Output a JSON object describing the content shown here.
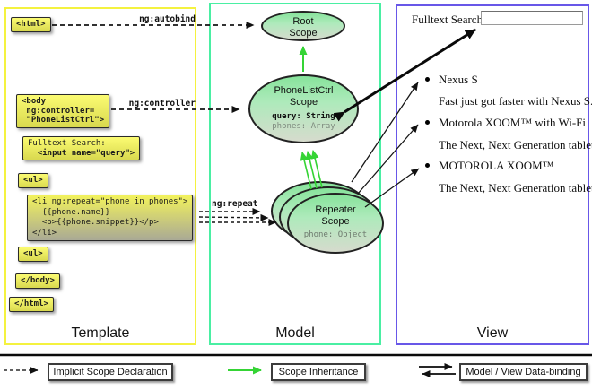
{
  "template_column": {
    "title": "Template",
    "labels": {
      "autobind": "ng:autobind",
      "controller": "ng:controller",
      "repeat": "ng:repeat"
    },
    "boxes": {
      "html_open": "<html>",
      "body_open_lines": [
        "<body",
        " ng:controller=",
        " \"PhoneListCtrl\">"
      ],
      "fulltext_label": "Fulltext Search:",
      "fulltext_input": "  <input name=\"query\">",
      "ul_open": "<ul>",
      "li_lines": [
        "<li ng:repeat=\"phone in phones\">",
        "  {{phone.name}}",
        "  <p>{{phone.snippet}}</p>",
        "</li>"
      ],
      "ul_close": "<ul>",
      "body_close": "</body>",
      "html_close": "</html>"
    }
  },
  "model_column": {
    "title": "Model",
    "root_scope": {
      "name1": "Root",
      "name2": "Scope"
    },
    "phonelist_scope": {
      "name1": "PhoneListCtrl",
      "name2": "Scope",
      "prop1": "query: String",
      "prop2": "phones: Array"
    },
    "repeater_scope": {
      "name1": "Repeater",
      "name2": "Scope",
      "prop1": "phone: Object"
    }
  },
  "view_column": {
    "title": "View",
    "search_label": "Fulltext Search:",
    "search_value": "",
    "items": [
      {
        "title": "Nexus S",
        "snippet": "Fast just got faster with Nexus S."
      },
      {
        "title": "Motorola XOOM™  with Wi-Fi",
        "snippet": "The Next, Next Generation tablet."
      },
      {
        "title": "MOTOROLA XOOM™",
        "snippet": "The Next, Next Generation tablet."
      }
    ]
  },
  "legend": {
    "implicit": "Implicit Scope Declaration",
    "inheritance": "Scope Inheritance",
    "binding": "Model / View Data-binding"
  },
  "colors": {
    "template_border": "#f4f23f",
    "model_border": "#4aefa3",
    "view_border": "#6857e8",
    "scope_fill_top": "#87e39b",
    "scope_fill_bottom": "#d6dbcd",
    "inheritance_green": "#35d435",
    "codebox_yellow": "#fbfb72"
  }
}
